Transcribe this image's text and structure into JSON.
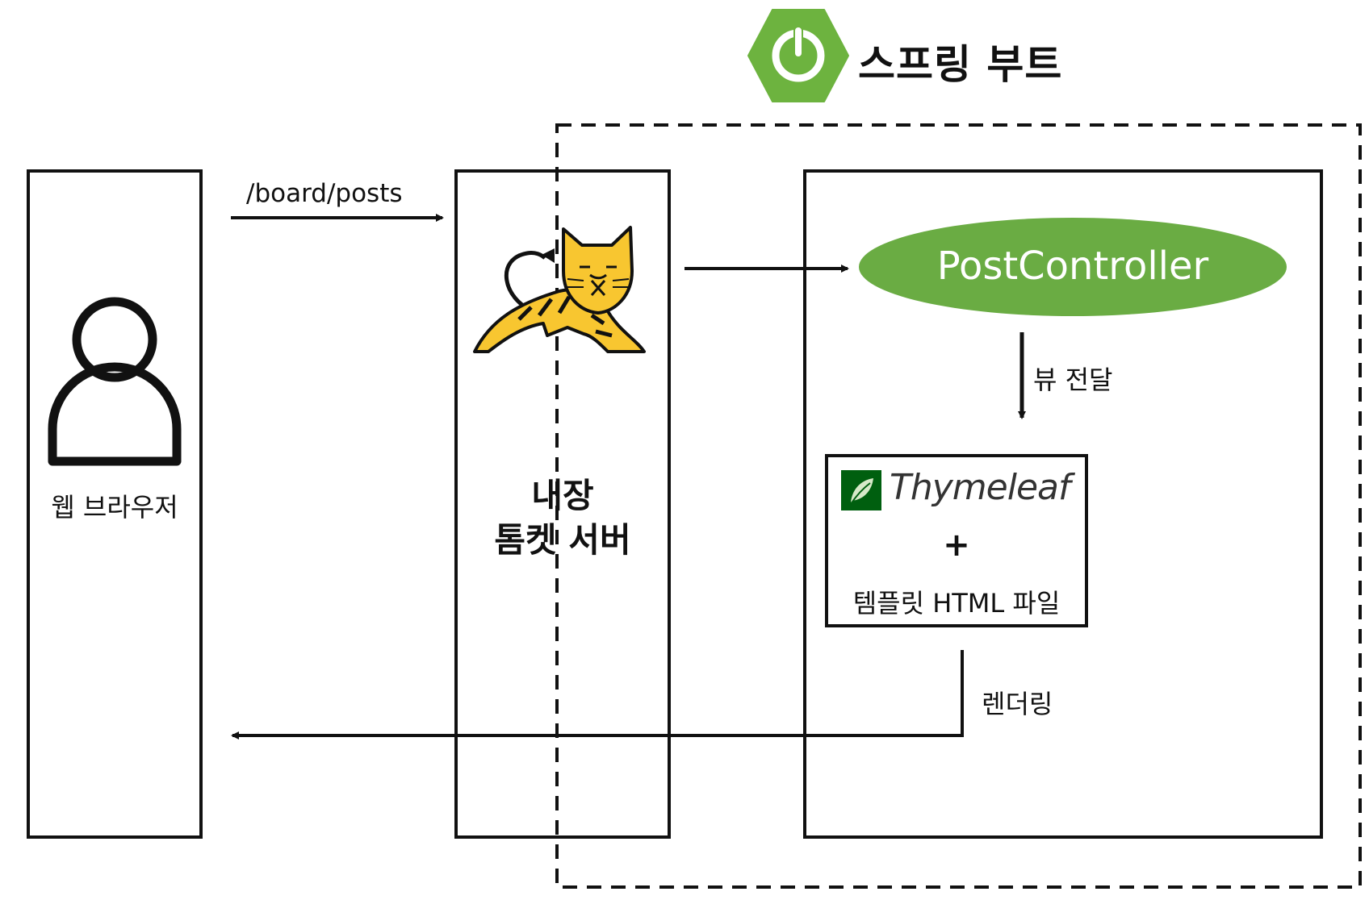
{
  "header": {
    "title": "스프링 부트",
    "logo_color": "#6db33f"
  },
  "browser": {
    "label": "웹 브라우저"
  },
  "request": {
    "path": "/board/posts"
  },
  "tomcat": {
    "label_line1": "내장",
    "label_line2": "톰켓 서버"
  },
  "controller": {
    "label": "PostController",
    "color": "#6aac43"
  },
  "view_transfer": {
    "label": "뷰 전달"
  },
  "template_box": {
    "logo_text": "Thymeleaf",
    "plus": "+",
    "caption": "템플릿 HTML 파일",
    "logo_color": "#005f0f"
  },
  "render": {
    "label": "렌더링"
  },
  "icons": [
    "spring-power-icon",
    "user-icon",
    "tomcat-cat-icon",
    "thymeleaf-leaf-icon"
  ]
}
